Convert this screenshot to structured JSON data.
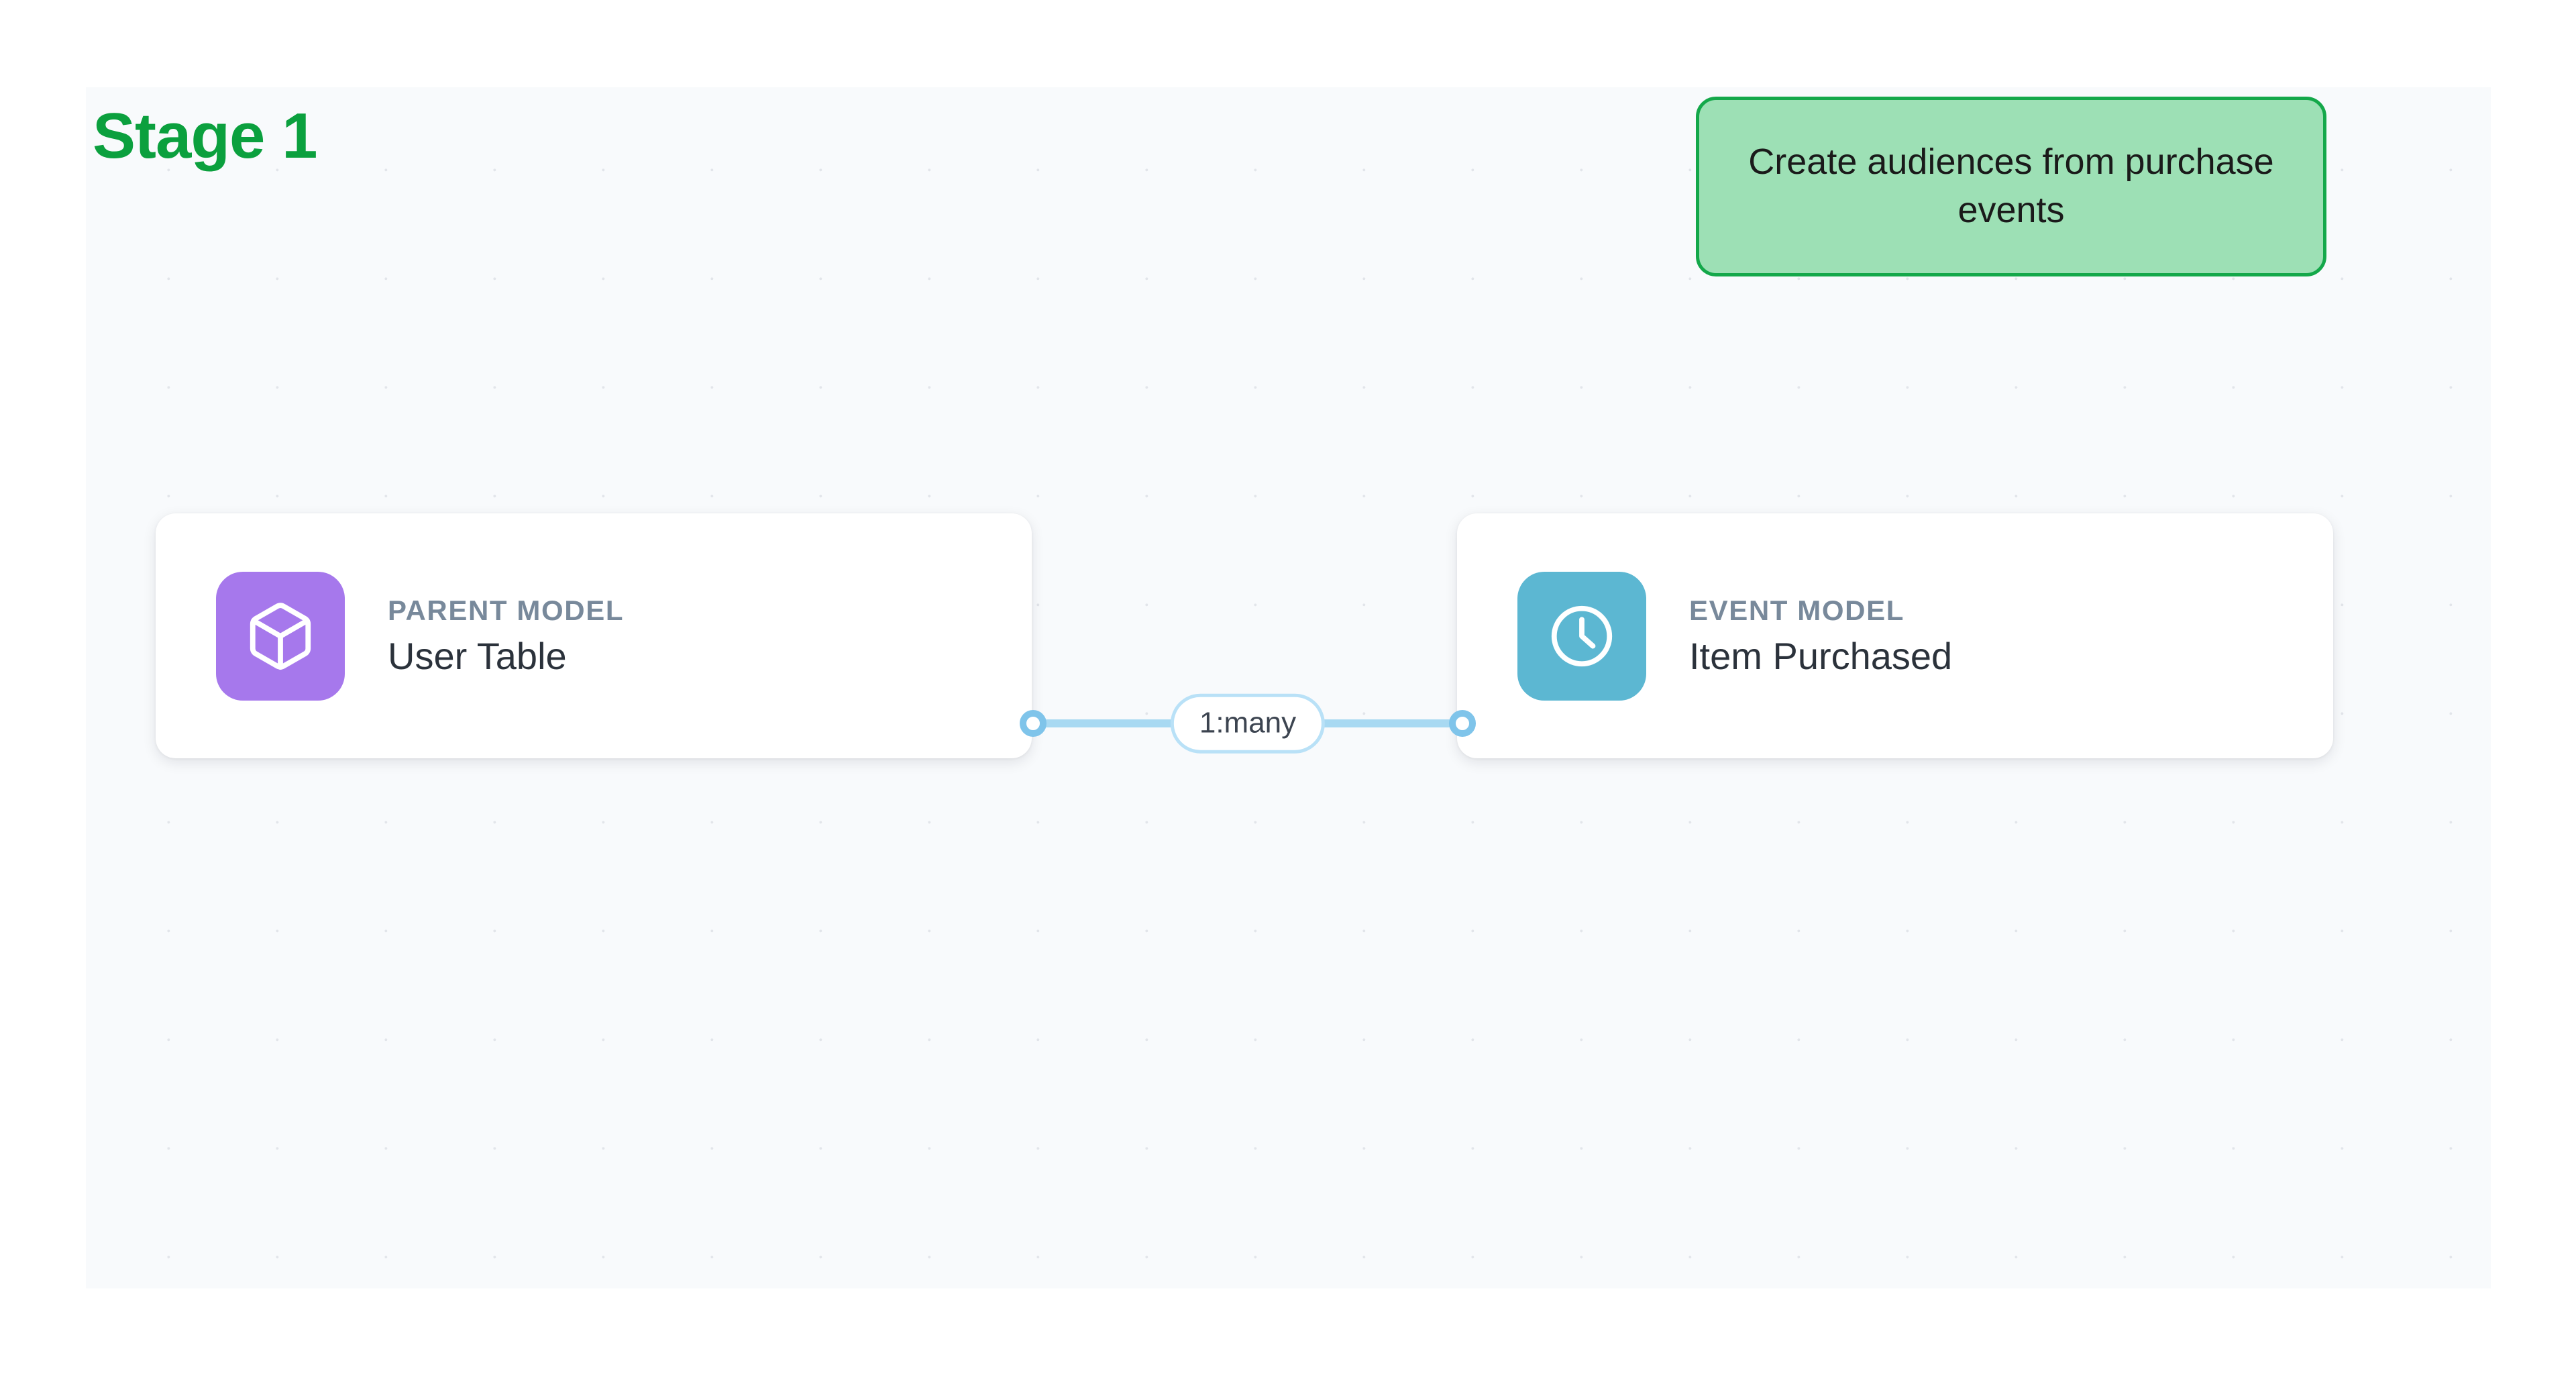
{
  "stage": {
    "title": "Stage 1",
    "title_color": "#0ba03e"
  },
  "goal_badge": {
    "text": "Create audiences from purchase events",
    "fill_color": "#83d8a0",
    "border_color": "#14a84a",
    "text_color": "#1a1a1a"
  },
  "canvas": {
    "background_color": "#f8fafc",
    "dot_color": "#e2e5ea"
  },
  "nodes": [
    {
      "id": "parent-model",
      "kicker": "PARENT MODEL",
      "title": "User Table",
      "icon": "cube-icon",
      "icon_color": "#a678ec",
      "kicker_color": "#78899b",
      "title_color": "#2b323b"
    },
    {
      "id": "event-model",
      "kicker": "EVENT MODEL",
      "title": "Item Purchased",
      "icon": "clock-icon",
      "icon_color": "#5cb7d2",
      "kicker_color": "#78899b",
      "title_color": "#2b323b"
    }
  ],
  "connector": {
    "label": "1:many",
    "line_color": "#a8d9f2",
    "handle_color": "#7fc4ea",
    "pill_border_color": "#b9e1f7",
    "pill_text_color": "#3c4450"
  }
}
